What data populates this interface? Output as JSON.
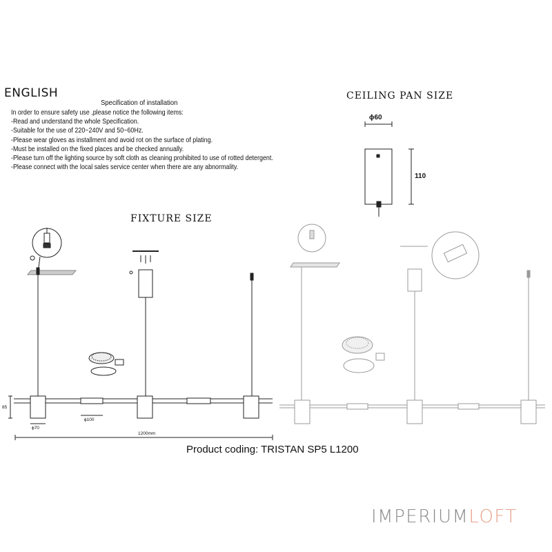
{
  "language_label": "ENGLISH",
  "spec": {
    "title": "Specification of installation",
    "items": [
      "In order to ensure safety use ,please notice the following items:",
      "-Read and understand the whole Specification.",
      "-Suitable for the use of 220~240V and 50~60Hz.",
      "-Please wear gloves as installment and avoid rot on the surface of plating.",
      "-Must be installed on the fixed places and be checked annually.",
      "-Please turn off the lighting source by soft cloth as cleaning prohibited to use of rotted detergent.",
      "-Please connect with the local sales service center when there are any abnormality."
    ]
  },
  "ceiling_pan": {
    "title": "CEILING PAN SIZE",
    "diameter_label": "ϕ60",
    "height_label": "110"
  },
  "fixture": {
    "title": "FIXTURE SIZE",
    "height_label": "85",
    "diameter_label": "ϕ70",
    "segment_label": "ϕ100",
    "length_label": "1200mm"
  },
  "product_coding": "Product coding: TRISTAN SP5 L1200",
  "logo": {
    "part1": "IMPERIUM",
    "part2": "LOFT",
    "color1": "#8a8a8a",
    "color2": "#e8a08a"
  }
}
